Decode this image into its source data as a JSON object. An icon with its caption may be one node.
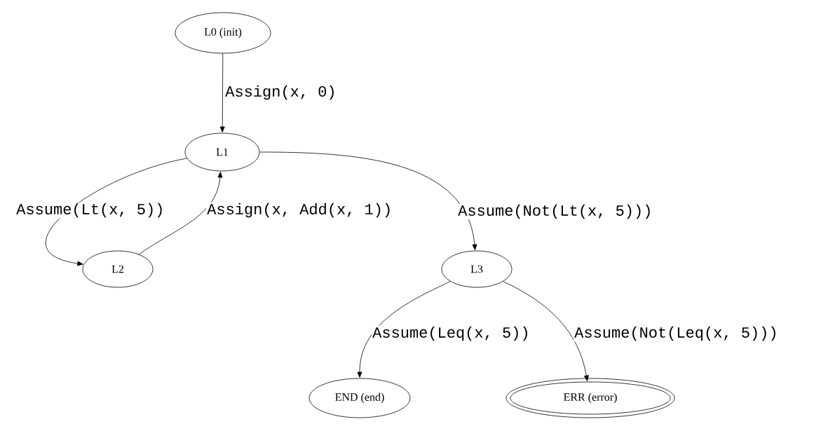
{
  "diagram": {
    "nodes": [
      {
        "text": [
          "L0 (init)"
        ]
      },
      {
        "text": [
          "L1"
        ]
      },
      {
        "text": [
          "L2"
        ]
      },
      {
        "text": [
          "L3"
        ]
      },
      {
        "text": [
          "END (end)"
        ]
      },
      {
        "text": [
          "ERR (error)"
        ]
      }
    ],
    "edges": [
      {
        "from": 0,
        "to": 1,
        "arrow": "to",
        "label": "Assign(x, 0)"
      },
      {
        "from": 1,
        "to": 2,
        "arrow": "to",
        "label": "Assume(Lt(x, 5))"
      },
      {
        "from": 2,
        "to": 1,
        "arrow": "to",
        "label": "Assign(x, Add(x, 1))"
      },
      {
        "from": 1,
        "to": 3,
        "arrow": "to",
        "label": "Assume(Not(Lt(x, 5)))"
      },
      {
        "from": 3,
        "to": 4,
        "arrow": "to",
        "label": "Assume(Leq(x, 5))"
      },
      {
        "from": 3,
        "to": 5,
        "arrow": "to",
        "label": "Assume(Not(Leq(x, 5)))"
      }
    ]
  }
}
